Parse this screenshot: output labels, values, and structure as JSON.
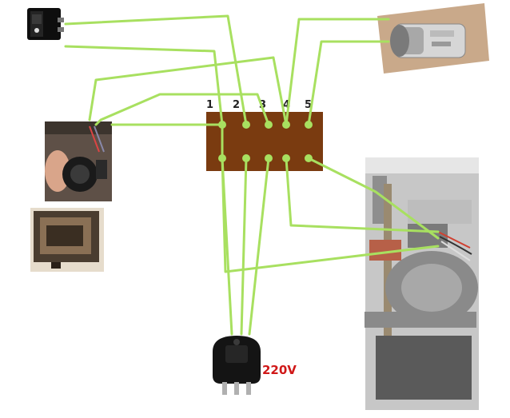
{
  "terminal_block": {
    "labels": [
      "1",
      "2",
      "3",
      "4",
      "5"
    ],
    "color": "#7a3b10"
  },
  "plug": {
    "voltage_label": "220V",
    "voltage_color": "#d01818"
  },
  "wire_color": "#a8e060",
  "components": [
    {
      "name": "rocker-switch",
      "icon": "rocker-switch-icon"
    },
    {
      "name": "capacitor",
      "icon": "capacitor-icon"
    },
    {
      "name": "potentiometer",
      "icon": "potentiometer-icon"
    },
    {
      "name": "foot-pedal",
      "icon": "pedal-icon"
    },
    {
      "name": "sewing-motor",
      "icon": "motor-icon"
    },
    {
      "name": "power-plug",
      "icon": "plug-icon"
    }
  ]
}
